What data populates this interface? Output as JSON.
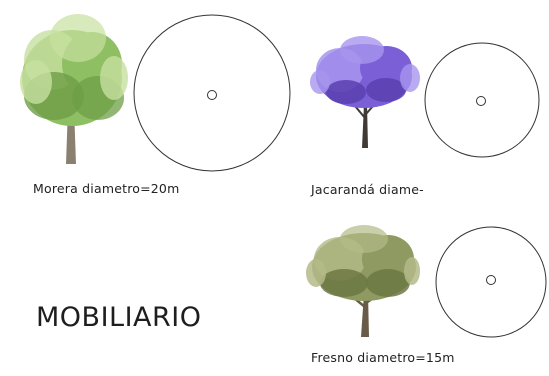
{
  "trees": [
    {
      "caption": "Morera diametro=20m",
      "foliage": "#8fbf63",
      "foliage_dark": "#6e9e46",
      "foliage_light": "#c7e0a0",
      "trunk": "#8a8070"
    },
    {
      "caption": "Jacarandá diame-",
      "foliage": "#7a5fd6",
      "foliage_dark": "#5a3fb0",
      "foliage_light": "#a895ee",
      "trunk": "#3f3a35"
    },
    {
      "caption": "Fresno diametro=15m",
      "foliage": "#8e9a62",
      "foliage_dark": "#6c7843",
      "foliage_light": "#b4ba88",
      "trunk": "#6a5a48"
    }
  ],
  "section_heading": "MOBILIARIO"
}
